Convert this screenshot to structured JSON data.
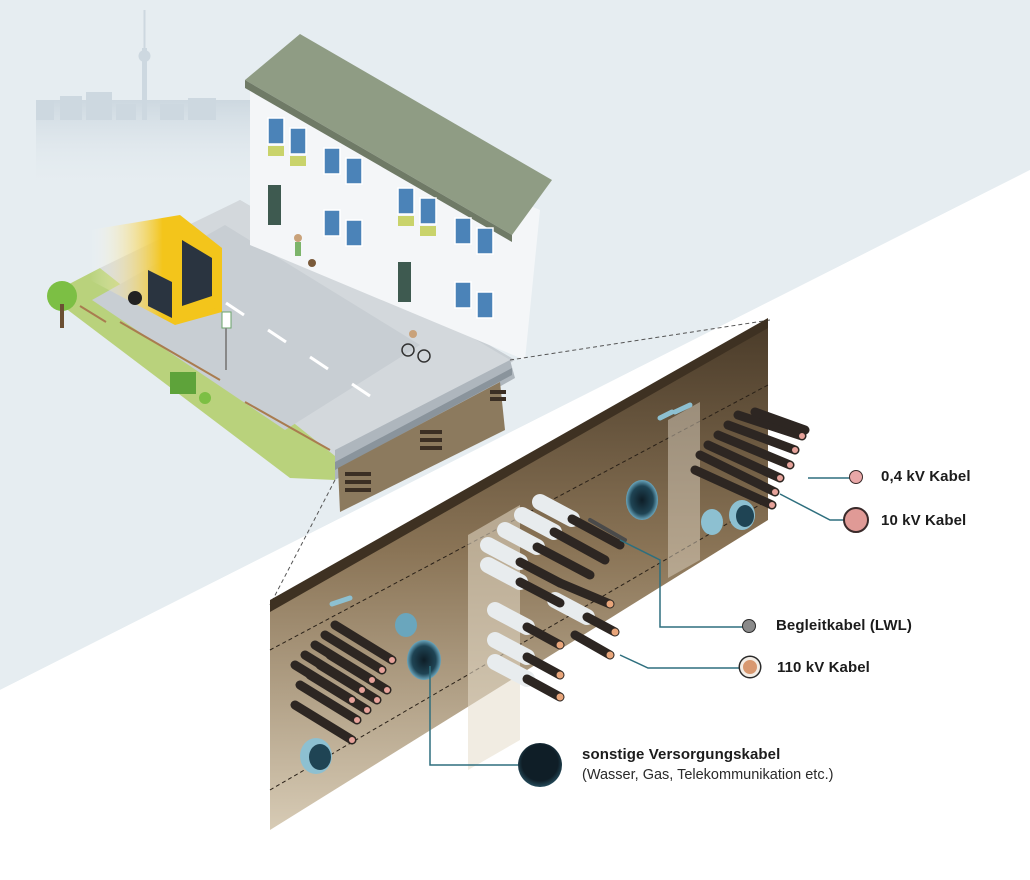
{
  "legend": {
    "items": [
      {
        "id": "kv04",
        "label": "0,4 kV Kabel",
        "icon": "pink-cable-dot-icon",
        "color": "#e9a7a7"
      },
      {
        "id": "kv10",
        "label": "10 kV Kabel",
        "icon": "pink-cable-dot-icon",
        "color": "#e09a96"
      },
      {
        "id": "lwl",
        "label": "Begleitkabel (LWL)",
        "icon": "grey-cable-dot-icon",
        "color": "#8a8a8a"
      },
      {
        "id": "kv110",
        "label": "110 kV Kabel",
        "icon": "copper-cable-dot-icon",
        "color": "#d89870"
      },
      {
        "id": "other",
        "label": "sonstige Versorgungskabel",
        "sublabel": "(Wasser, Gas, Telekommunikation etc.)",
        "icon": "dark-pipe-icon",
        "color": "#1c3340"
      }
    ]
  },
  "colors": {
    "sky": "#e6edf1",
    "skyline": "#cdd8e0",
    "roof": "#8f9c84",
    "house": "#f4f6f8",
    "window": "#4b83b8",
    "street": "#cfd5da",
    "grass": "#b8d27c",
    "bus": "#f3c51b",
    "soil": "#5b4a35",
    "soil_light": "#8c7659",
    "callout_line": "#2e6f7e"
  }
}
